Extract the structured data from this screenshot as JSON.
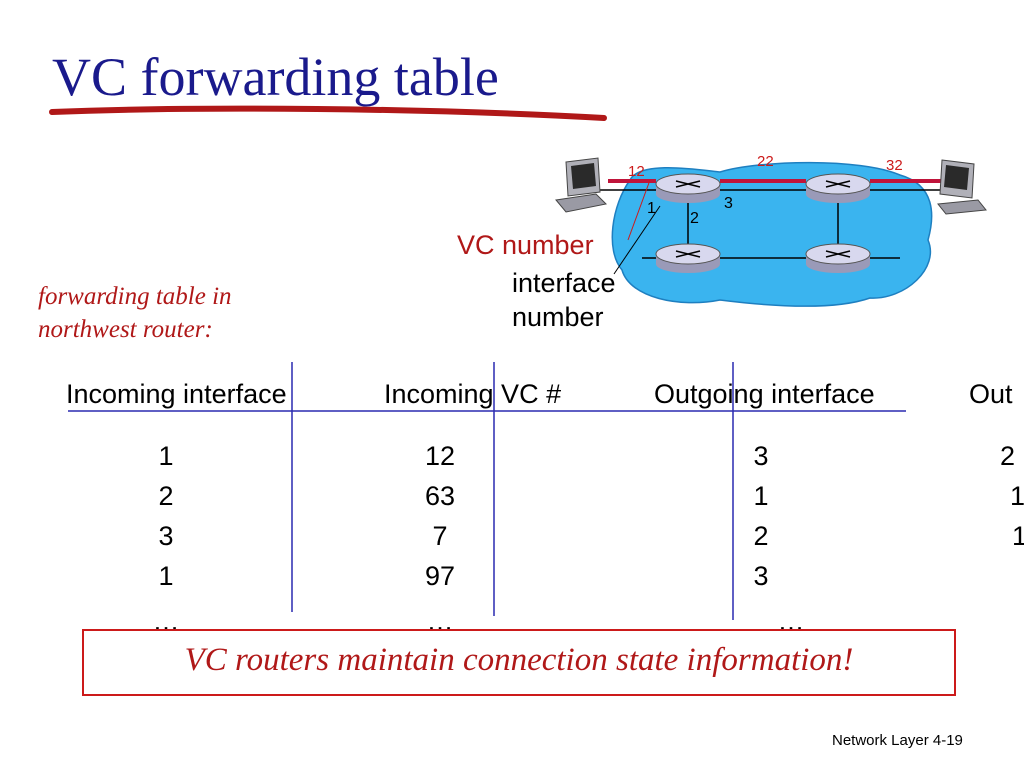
{
  "title": "VC forwarding table",
  "side_note": [
    "forwarding table in",
    "northwest router:"
  ],
  "diagram": {
    "vc_labels": [
      "12",
      "22",
      "32"
    ],
    "interface_labels": [
      "1",
      "2",
      "3"
    ],
    "vc_number_label": "VC number",
    "interface_number_label": [
      "interface",
      "number"
    ],
    "colors": {
      "cloud": "#3ab4ef",
      "link_red": "#c0143a",
      "router": "#d8d8ee"
    },
    "icons": [
      "host-computer-icon",
      "router-icon"
    ]
  },
  "table": {
    "headers": [
      "Incoming interface",
      "Incoming VC #",
      "Outgoing interface",
      "Out"
    ],
    "rows": [
      [
        "1",
        "12",
        "3",
        "2"
      ],
      [
        "2",
        "63",
        "1",
        "1"
      ],
      [
        "3",
        "7",
        "2",
        "1"
      ],
      [
        "1",
        "97",
        "3",
        ""
      ]
    ],
    "ellipsis": "…"
  },
  "callout": "VC routers maintain connection state information!",
  "footer": "Network Layer 4-19",
  "colors": {
    "title": "#1a1a8c",
    "accent_red": "#b01818",
    "table_lines": "#2a2ab0"
  }
}
